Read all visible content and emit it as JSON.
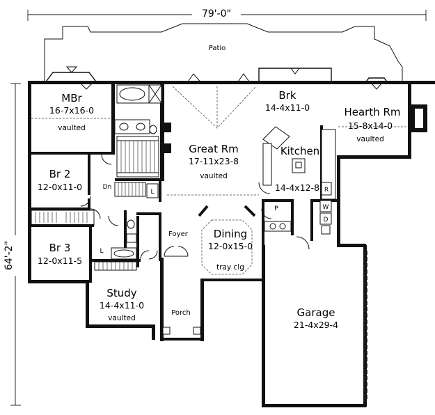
{
  "dimensions": {
    "width": "79'-0\"",
    "depth": "64'-2\""
  },
  "rooms": {
    "patio": {
      "name": "Patio"
    },
    "mbr": {
      "name": "MBr",
      "size": "16-7x16-0",
      "note": "vaulted"
    },
    "brk": {
      "name": "Brk",
      "size": "14-4x11-0"
    },
    "hearth": {
      "name": "Hearth Rm",
      "size": "15-8x14-0",
      "note": "vaulted"
    },
    "great": {
      "name": "Great Rm",
      "size": "17-11x23-8",
      "note": "vaulted"
    },
    "kitchen": {
      "name": "Kitchen",
      "size": "14-4x12-8"
    },
    "br2": {
      "name": "Br 2",
      "size": "12-0x11-0"
    },
    "br3": {
      "name": "Br 3",
      "size": "12-0x11-5"
    },
    "foyer": {
      "name": "Foyer"
    },
    "dining": {
      "name": "Dining",
      "size": "12-0x15-0",
      "note": "tray clg"
    },
    "study": {
      "name": "Study",
      "size": "14-4x11-0",
      "note": "vaulted"
    },
    "porch": {
      "name": "Porch"
    },
    "garage": {
      "name": "Garage",
      "size": "21-4x29-4"
    }
  },
  "labels": {
    "down": "Dn",
    "linen1": "L",
    "linen2": "L",
    "pantry": "P",
    "refrigerator": "R",
    "washer": "W",
    "dryer": "D"
  }
}
